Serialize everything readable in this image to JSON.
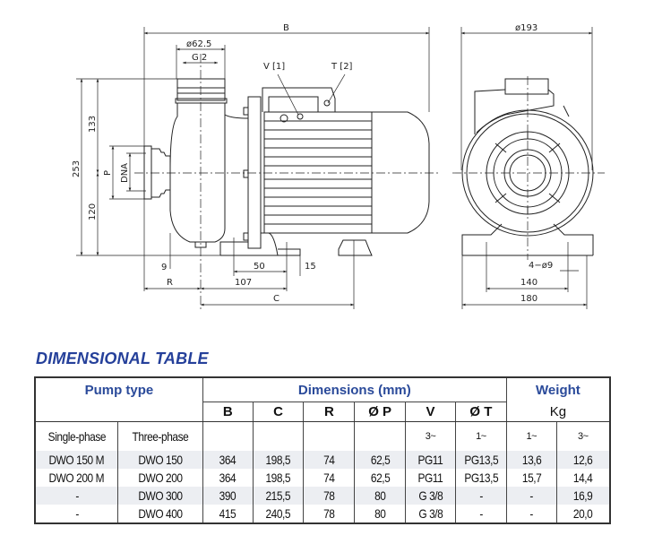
{
  "drawing": {
    "labels": {
      "B": "B",
      "phi62": "ø62.5",
      "G2": "G 2",
      "V": "V [1]",
      "T": "T [2]",
      "d133": "133",
      "d253": "253",
      "d120": "120",
      "P": "P",
      "DNA": "DNA",
      "d9": "9",
      "R": "R",
      "d50": "50",
      "d107": "107",
      "d15": "15",
      "C": "C",
      "phi193": "ø193",
      "d140": "140",
      "d180": "180",
      "holes": "4−ø9"
    }
  },
  "title": "DIMENSIONAL TABLE",
  "table": {
    "group_headers": {
      "pump_type": "Pump type",
      "dimensions": "Dimensions (mm)",
      "weight": "Weight",
      "weight_unit": "Kg"
    },
    "columns": [
      "B",
      "C",
      "R",
      "Ø P",
      "V",
      "Ø T"
    ],
    "phase_row": {
      "single": "Single-phase",
      "three": "Three-phase",
      "v": "3~",
      "t": "1~",
      "w1": "1~",
      "w3": "3~"
    },
    "rows": [
      {
        "single": "DWO 150 M",
        "three": "DWO 150",
        "B": "364",
        "C": "198,5",
        "R": "74",
        "P": "62,5",
        "V": "PG11",
        "T": "PG13,5",
        "w1": "13,6",
        "w3": "12,6"
      },
      {
        "single": "DWO 200 M",
        "three": "DWO 200",
        "B": "364",
        "C": "198,5",
        "R": "74",
        "P": "62,5",
        "V": "PG11",
        "T": "PG13,5",
        "w1": "15,7",
        "w3": "14,4"
      },
      {
        "single": "-",
        "three": "DWO 300",
        "B": "390",
        "C": "215,5",
        "R": "78",
        "P": "80",
        "V": "G 3/8",
        "T": "-",
        "w1": "-",
        "w3": "16,9"
      },
      {
        "single": "-",
        "three": "DWO 400",
        "B": "415",
        "C": "240,5",
        "R": "78",
        "P": "80",
        "V": "G 3/8",
        "T": "-",
        "w1": "-",
        "w3": "20,0"
      }
    ]
  }
}
